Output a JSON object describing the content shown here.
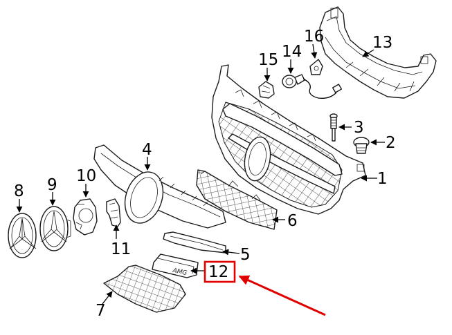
{
  "callouts": [
    {
      "id": "1",
      "label": "1"
    },
    {
      "id": "2",
      "label": "2"
    },
    {
      "id": "3",
      "label": "3"
    },
    {
      "id": "4",
      "label": "4"
    },
    {
      "id": "5",
      "label": "5"
    },
    {
      "id": "6",
      "label": "6"
    },
    {
      "id": "7",
      "label": "7"
    },
    {
      "id": "8",
      "label": "8"
    },
    {
      "id": "9",
      "label": "9"
    },
    {
      "id": "10",
      "label": "10"
    },
    {
      "id": "11",
      "label": "11"
    },
    {
      "id": "12",
      "label": "12"
    },
    {
      "id": "13",
      "label": "13"
    },
    {
      "id": "14",
      "label": "14"
    },
    {
      "id": "15",
      "label": "15"
    },
    {
      "id": "16",
      "label": "16"
    }
  ],
  "highlight": {
    "target": "12",
    "box_color": "#e00000",
    "arrow_color": "#e00000"
  },
  "badge_text": "AMG"
}
